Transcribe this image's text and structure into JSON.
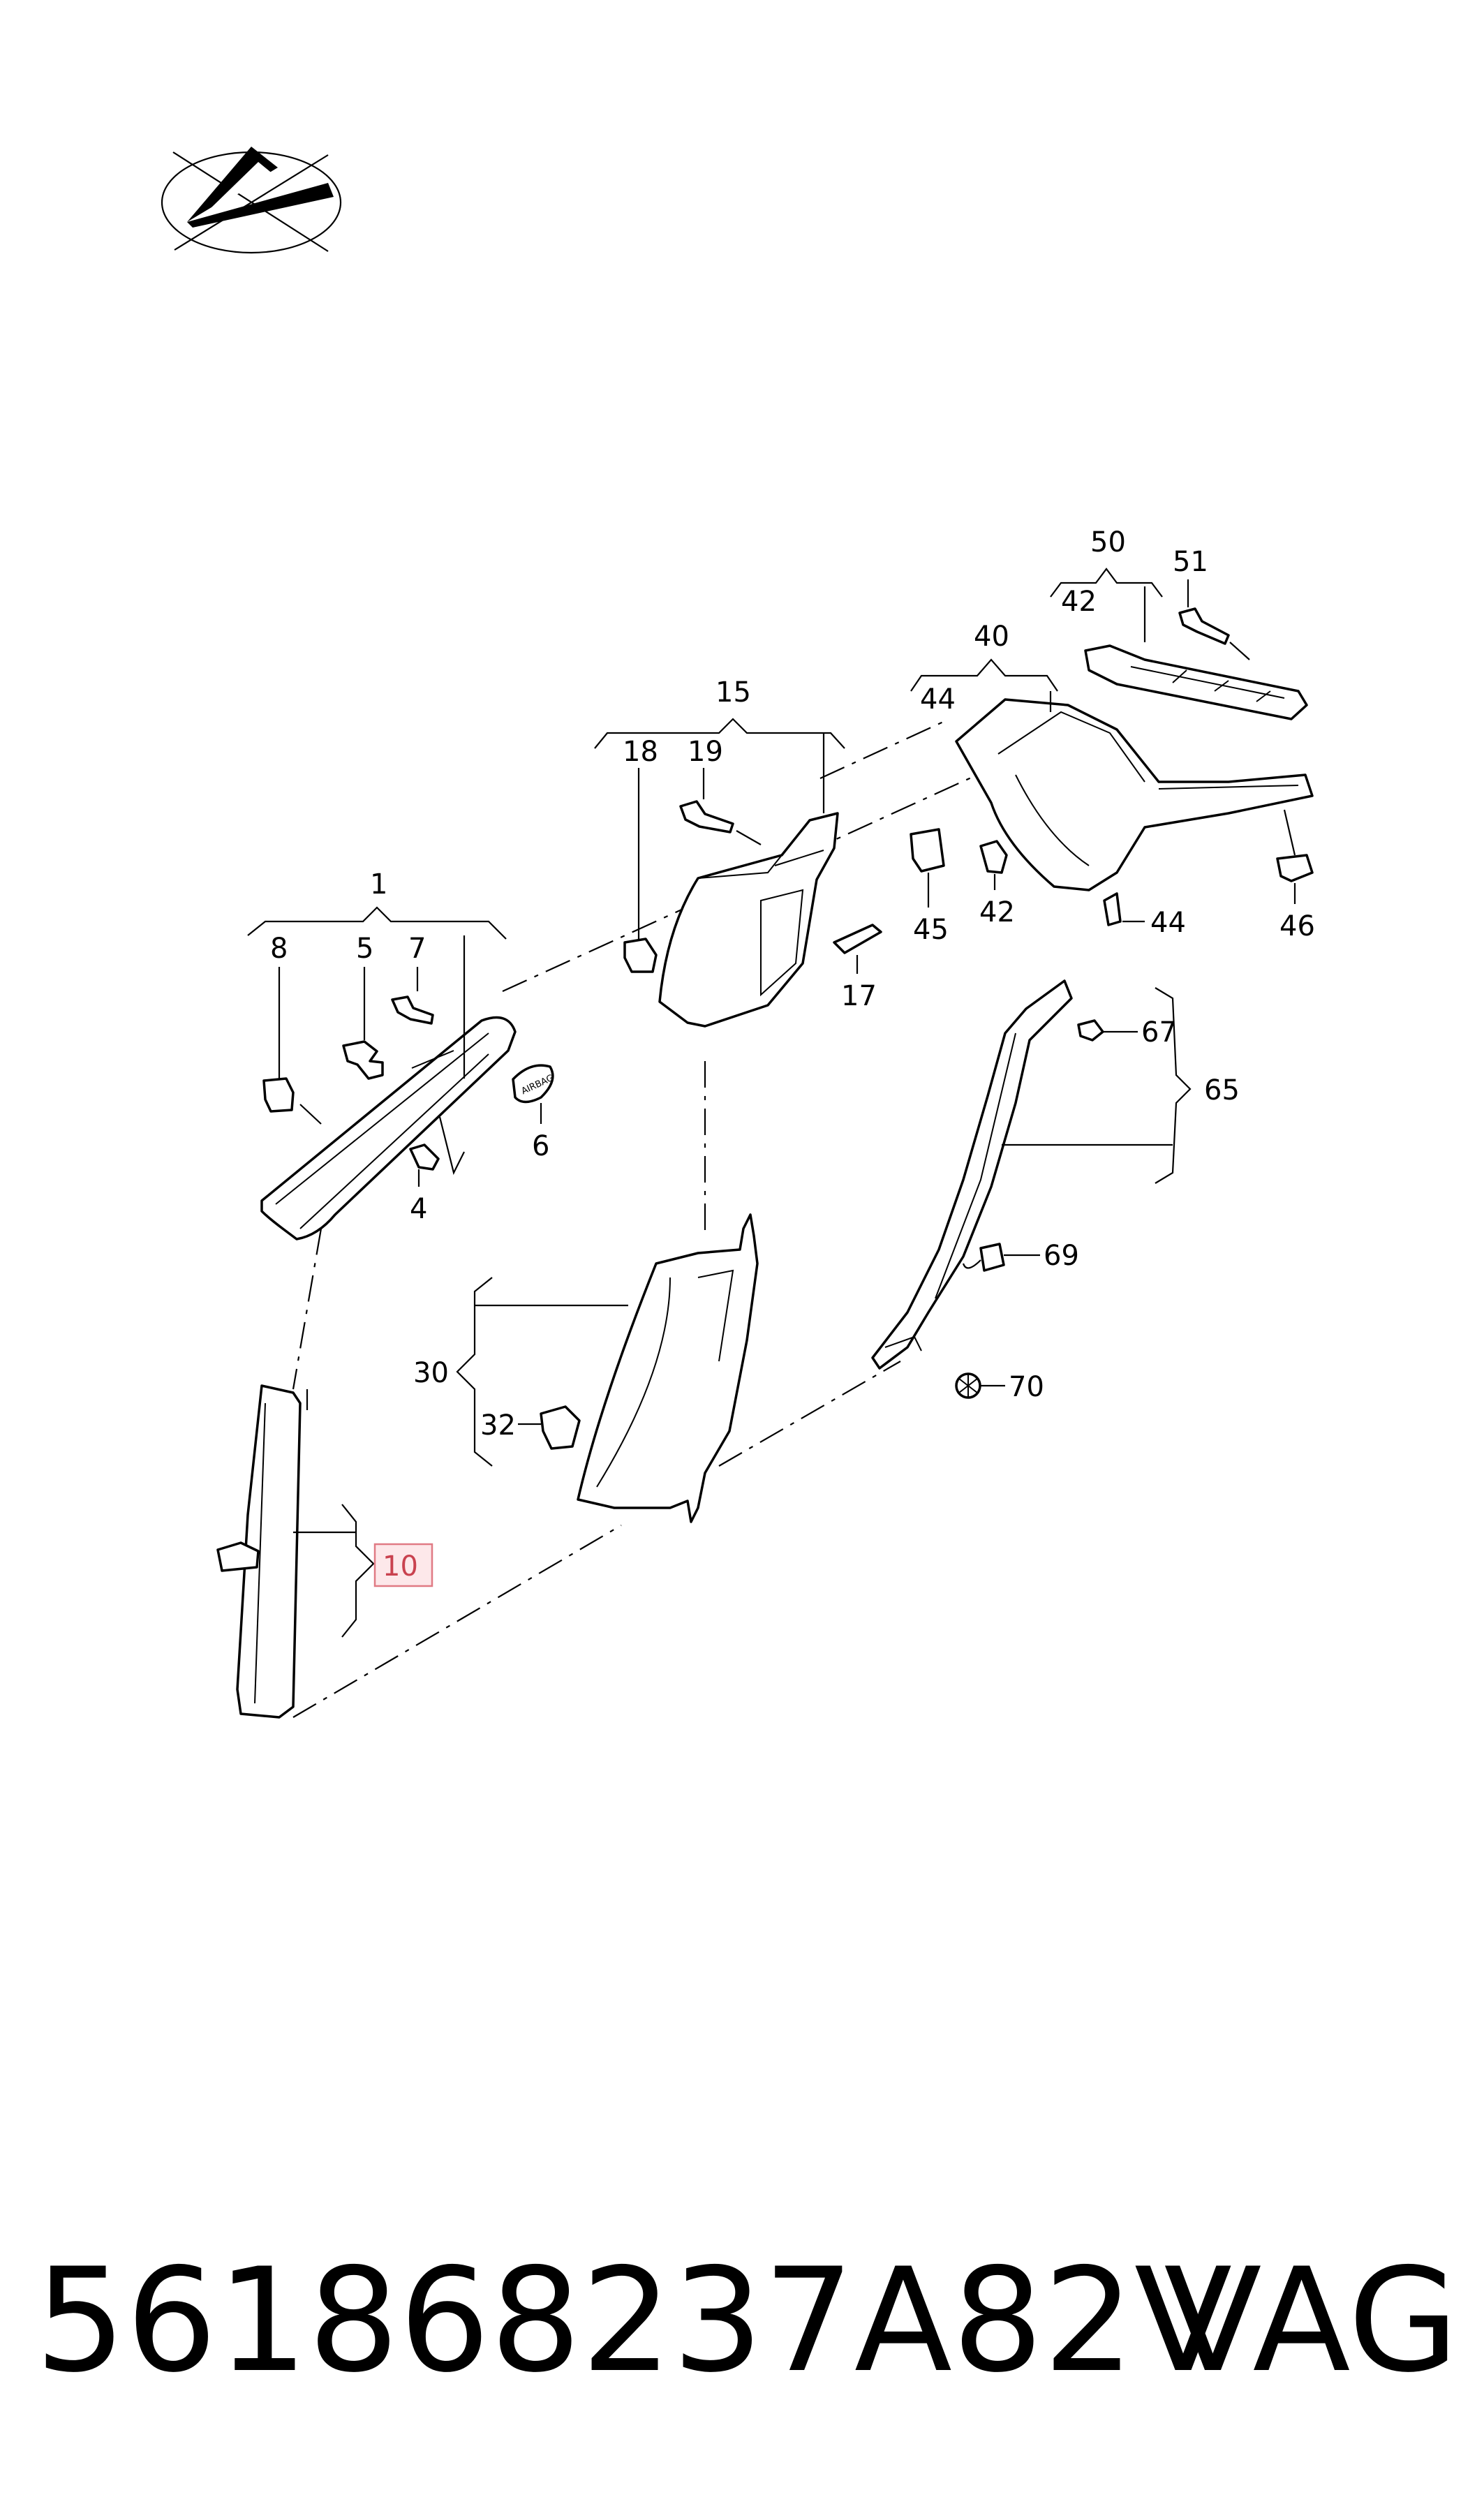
{
  "diagram": {
    "callouts": {
      "c1": "1",
      "c4": "4",
      "c5": "5",
      "c6": "6",
      "c7": "7",
      "c8": "8",
      "c10": "10",
      "c15": "15",
      "c17": "17",
      "c18": "18",
      "c19": "19",
      "c30": "30",
      "c32": "32",
      "c40": "40",
      "c42a": "42",
      "c42b": "42",
      "c44a": "44",
      "c44b": "44",
      "c45": "45",
      "c46": "46",
      "c50": "50",
      "c51": "51",
      "c65": "65",
      "c67": "67",
      "c69": "69",
      "c70": "70"
    },
    "airbag_marking": "AIRBAG",
    "highlighted_callout": "10"
  },
  "footer": {
    "part_number": "561868237A82V",
    "brand": "VAG"
  }
}
